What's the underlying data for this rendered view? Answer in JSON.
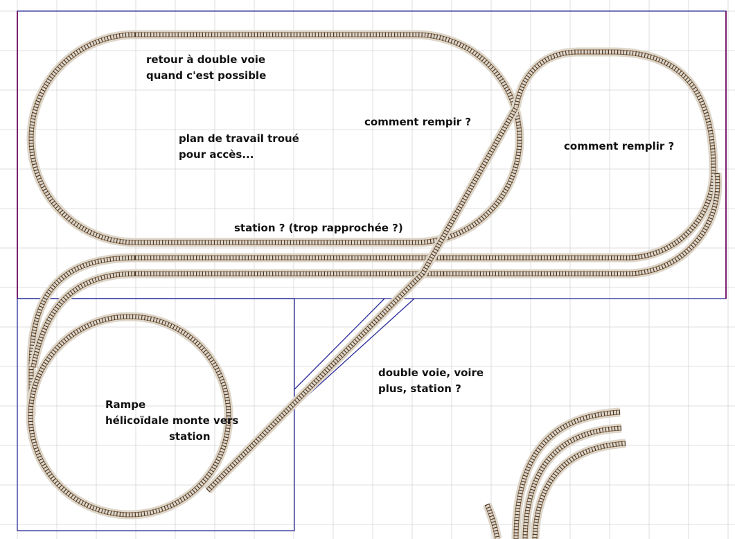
{
  "colors": {
    "background": "#ffffff",
    "grid": "#d4d4d4",
    "board_border": "#2b2b9a",
    "board_border_accent": "#7a1f6e",
    "track_ballast": "#ddd6ca",
    "track_rail": "#8a6a48",
    "track_tie": "#4a3524",
    "text": "#111111"
  },
  "annotations": {
    "double_track_return": [
      "retour à double voie",
      "quand c'est possible"
    ],
    "worktop_hole": [
      "plan de travail troué",
      "pour accès..."
    ],
    "fill_question_1": [
      "comment rempir ?"
    ],
    "fill_question_2": [
      "comment remplir ?"
    ],
    "station_question": [
      "station ? (trop rapprochée ?)"
    ],
    "double_track_more": [
      "double voie, voire",
      "plus, station ?"
    ],
    "helical_ramp": [
      "Rampe",
      "hélicoïdale monte vers",
      "station"
    ]
  }
}
